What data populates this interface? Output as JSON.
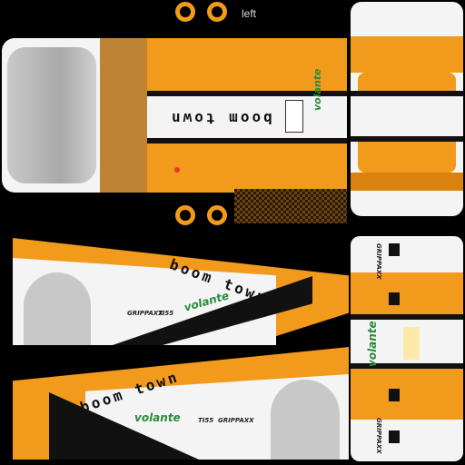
{
  "texture": {
    "label": "left",
    "title_logo": "boom town",
    "sponsor": "volante",
    "tyre_brand": "GRIPPAXX",
    "code": "TI55"
  },
  "colors": {
    "primary_orange": "#F29A1C",
    "white": "#F4F4F4",
    "black": "#111111",
    "grey": "#BEBEBE"
  }
}
